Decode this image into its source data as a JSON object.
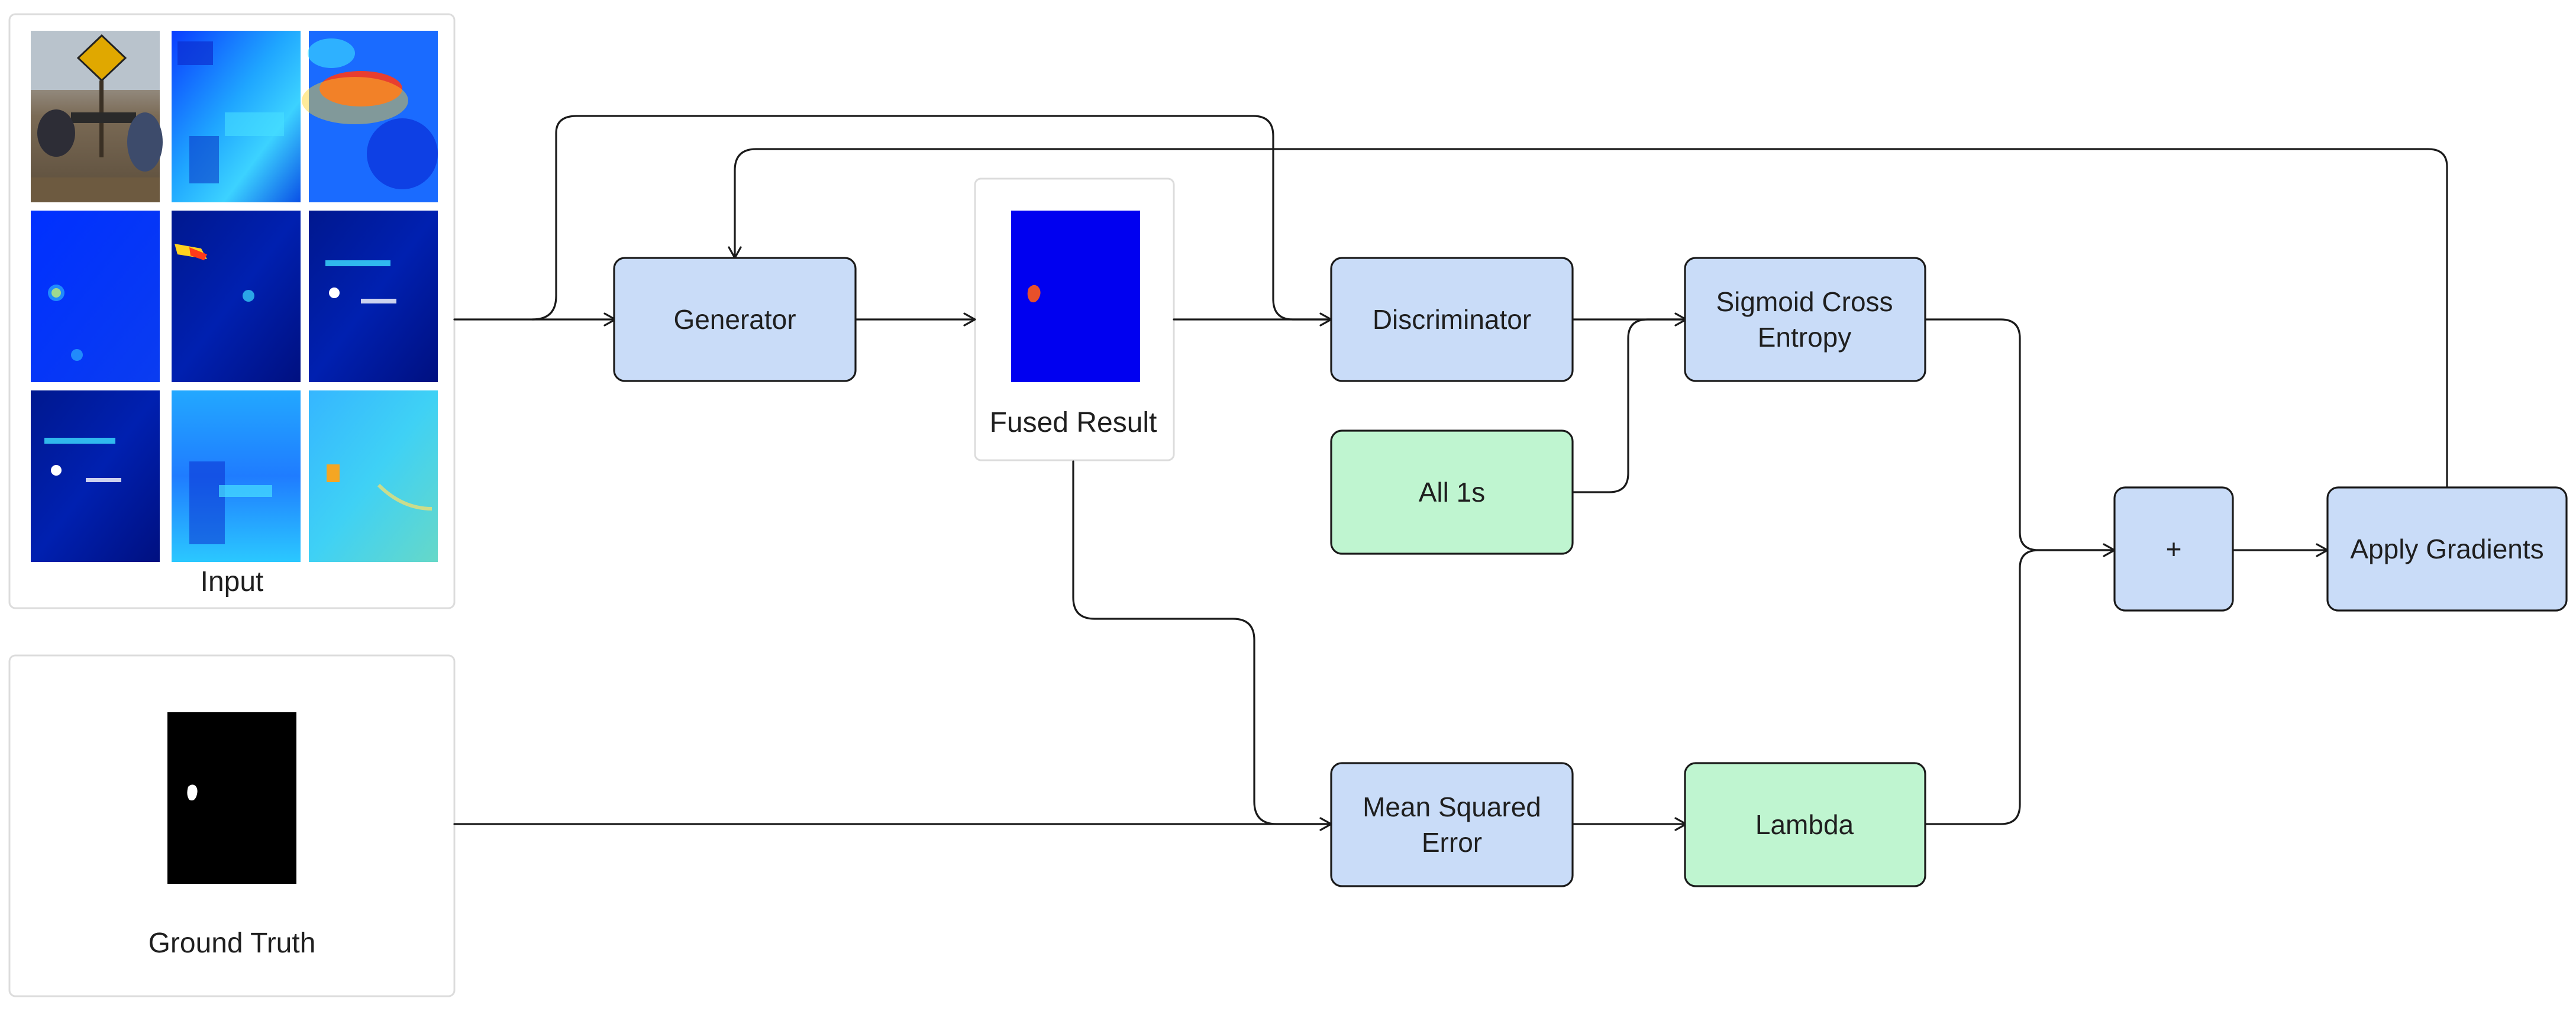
{
  "panels": {
    "input_caption": "Input",
    "fused_caption": "Fused Result",
    "ground_truth_caption": "Ground Truth"
  },
  "nodes": {
    "generator": "Generator",
    "discriminator": "Discriminator",
    "sigmoid_line1": "Sigmoid Cross",
    "sigmoid_line2": "Entropy",
    "all_ones": "All 1s",
    "mse_line1": "Mean Squared",
    "mse_line2": "Error",
    "lambda": "Lambda",
    "plus": "+",
    "apply_gradients": "Apply Gradients"
  },
  "colors": {
    "process_box": "#c9dcf8",
    "constant_box": "#bff5d0",
    "fused_map_background": "#0000f0",
    "fused_map_blob": "#e8502a",
    "ground_truth_background": "#000000",
    "ground_truth_blob": "#ffffff"
  }
}
